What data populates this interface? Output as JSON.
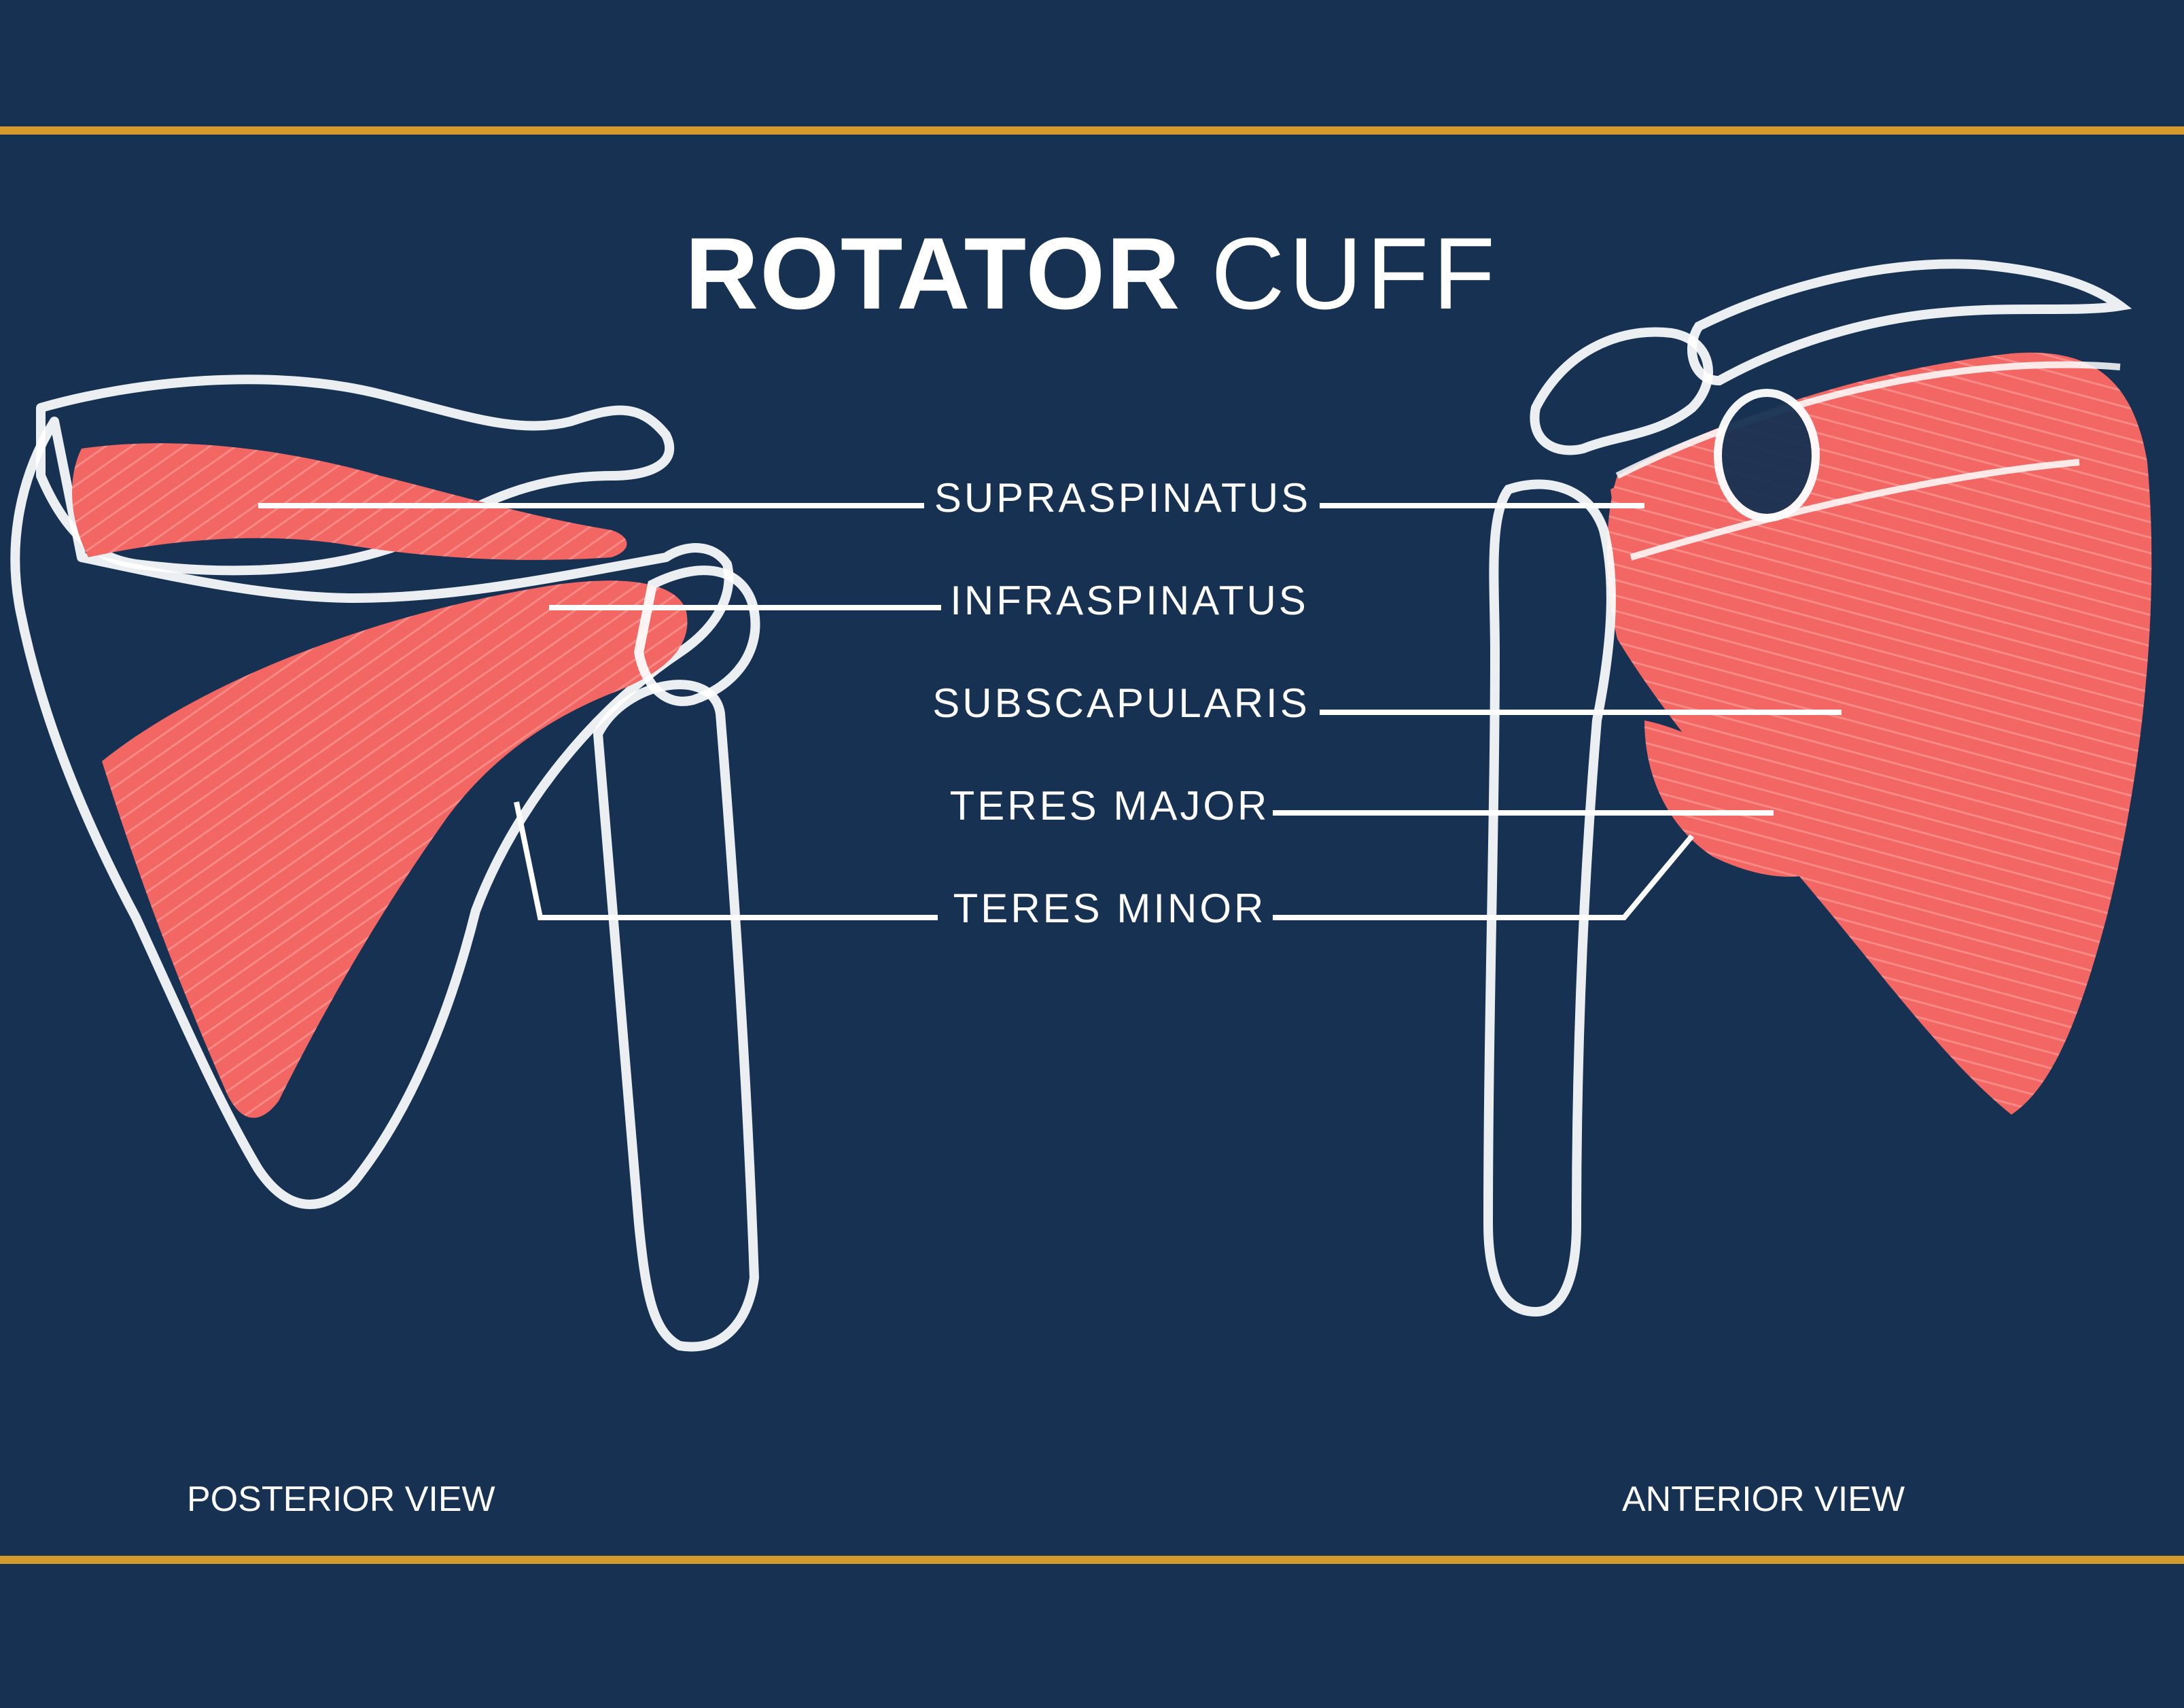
{
  "title": {
    "bold": "ROTATOR",
    "light": "CUFF"
  },
  "labels": [
    "SUPRASPINATUS",
    "INFRASPINATUS",
    "SUBSCAPULARIS",
    "TERES MAJOR",
    "TERES MINOR"
  ],
  "views": {
    "posterior": "POSTERIOR VIEW",
    "anterior": "ANTERIOR VIEW"
  },
  "colors": {
    "background": "#163152",
    "accent_rule": "#d39a2c",
    "muscle": "#f26663",
    "bone_outline": "#ffffff",
    "text": "#ffffff"
  }
}
